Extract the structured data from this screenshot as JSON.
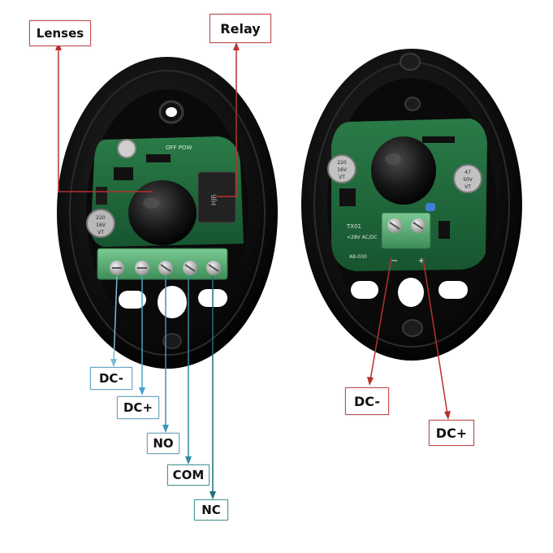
{
  "labels": {
    "lenses": "Lenses",
    "relay": "Relay",
    "left_dc_minus": "DC-",
    "left_dc_plus": "DC+",
    "no": "NO",
    "com": "COM",
    "nc": "NC",
    "right_dc_minus": "DC-",
    "right_dc_plus": "DC+"
  },
  "board_markings": {
    "left_capacitor": "220 16V VT",
    "left_led_text": "OFF POW",
    "left_relay": "HJR",
    "right_capacitor_1": "220 16V VT",
    "right_capacitor_2": "47 50V VT",
    "right_tx": "TX01",
    "right_power": "<28V AC/DC",
    "right_model": "AB-030"
  },
  "colors": {
    "annotation_red": "#b7312f",
    "annotation_blue": "#5aa9c8",
    "annotation_dark_teal": "#1f6f7a",
    "pcb_green": "#1f6a3b",
    "terminal_green": "#5db07a",
    "housing_black": "#0b0b0b"
  }
}
